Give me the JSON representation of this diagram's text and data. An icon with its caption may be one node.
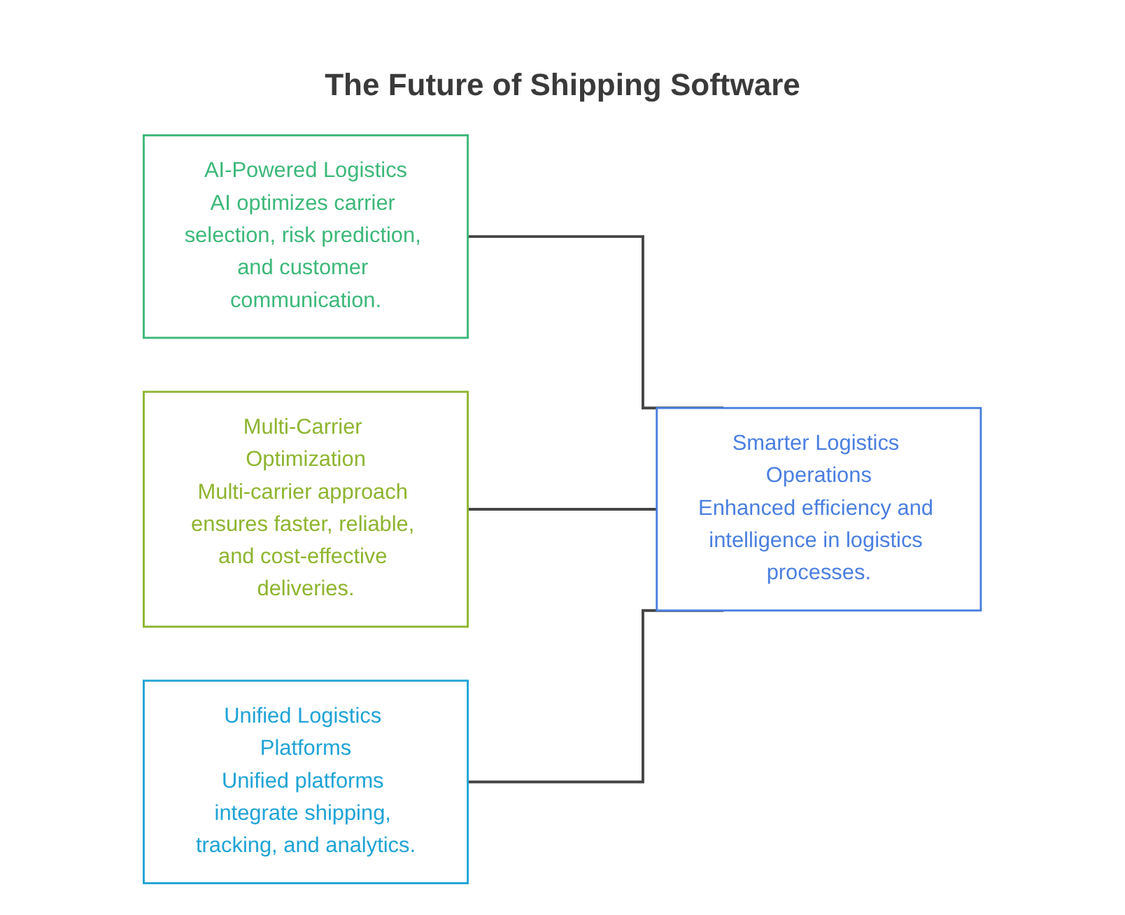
{
  "diagram": {
    "title": "The Future of Shipping Software",
    "nodes": [
      {
        "text": [
          "AI-Powered Logistics",
          "AI optimizes carrier selection, risk prediction, and customer communication."
        ]
      },
      {
        "text": [
          "Multi-Carrier Optimization",
          "Multi-carrier approach ensures faster, reliable, and cost-effective deliveries."
        ]
      },
      {
        "text": [
          "Unified Logistics Platforms",
          "Unified platforms integrate shipping, tracking, and analytics."
        ]
      },
      {
        "text": [
          "Smarter Logistics Operations",
          "Enhanced efficiency and intelligence in logistics processes."
        ]
      }
    ],
    "edges": [
      {
        "from": 0,
        "to": 3,
        "arrow": "none"
      },
      {
        "from": 1,
        "to": 3,
        "arrow": "none"
      },
      {
        "from": 2,
        "to": 3,
        "arrow": "none"
      }
    ]
  }
}
